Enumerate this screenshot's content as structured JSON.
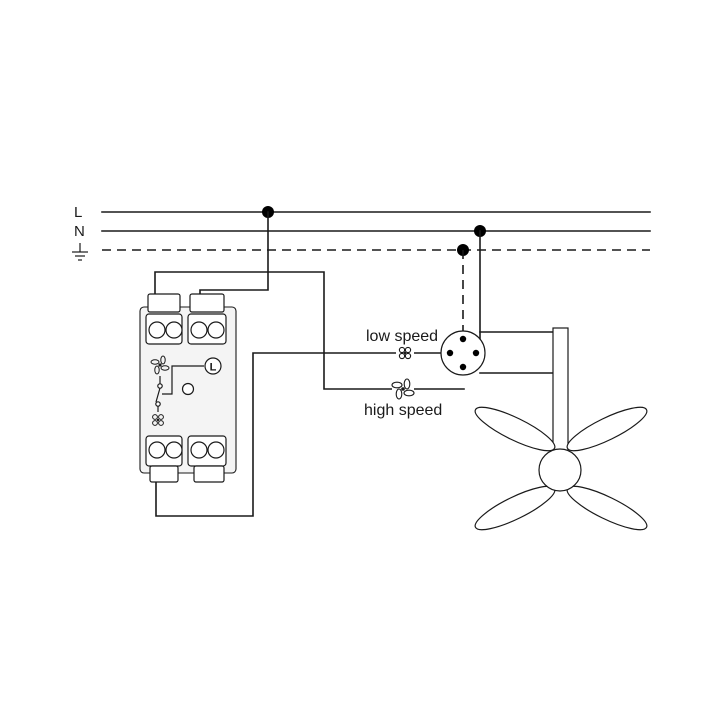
{
  "rails": [
    {
      "id": "L",
      "label": "L",
      "style": "solid"
    },
    {
      "id": "N",
      "label": "N",
      "style": "solid"
    },
    {
      "id": "PE",
      "label": "",
      "icon": "ground-icon",
      "style": "dashed"
    }
  ],
  "switch": {
    "icon": "fan-speed-switch",
    "terminal_label": "L"
  },
  "junction": {
    "icon": "ceiling-rose-icon"
  },
  "speeds": {
    "low_label": "low speed",
    "high_label": "high speed"
  },
  "fan": {
    "icon": "ceiling-fan-icon",
    "blades": 4
  },
  "colors": {
    "line": "#1a1a1a",
    "background": "#ffffff"
  }
}
